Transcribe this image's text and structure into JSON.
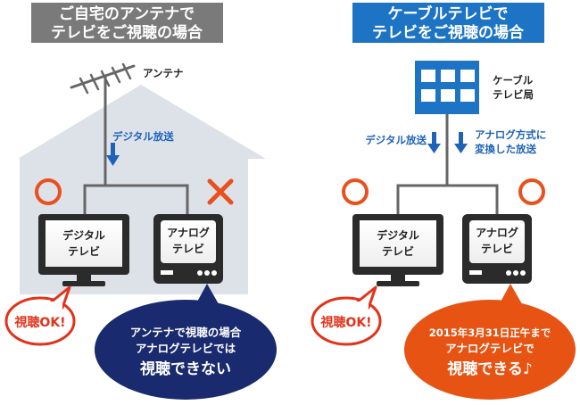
{
  "left": {
    "header": [
      "ご自宅のアンテナで",
      "テレビをご視聴の場合"
    ],
    "antenna_label": "アンテナ",
    "digital_broadcast_label": "デジタル放送",
    "digital_tv_label": [
      "デジタル",
      "テレビ"
    ],
    "analog_tv_label": [
      "アナログ",
      "テレビ"
    ],
    "ok_bubble": "視聴OK!",
    "ng_bubble": [
      "アンテナで視聴の場合",
      "アナログテレビでは",
      "視聴できない"
    ]
  },
  "right": {
    "header": [
      "ケーブルテレビで",
      "テレビをご視聴の場合"
    ],
    "station_label": [
      "ケーブル",
      "テレビ局"
    ],
    "digital_broadcast_label": "デジタル放送",
    "analog_converted_label": [
      "アナログ方式に",
      "変換した放送"
    ],
    "digital_tv_label": [
      "デジタル",
      "テレビ"
    ],
    "analog_tv_label": [
      "アナログ",
      "テレビ"
    ],
    "ok_bubble": "視聴OK!",
    "analog_ok_bubble": [
      "2015年3月31日正午まで",
      "アナログテレビで",
      "視聴できる♪"
    ]
  },
  "colors": {
    "left_header_bg": "#7a7a7a",
    "right_header_bg": "#1d74c4",
    "house": "#dde1e8",
    "ok_mark": "#e8501e",
    "ng_mark": "#e8501e",
    "navy_bubble": "#192a6e",
    "orange_bubble": "#e65313",
    "station": "#1d74c4",
    "arrow_blue": "#1e63b8"
  }
}
